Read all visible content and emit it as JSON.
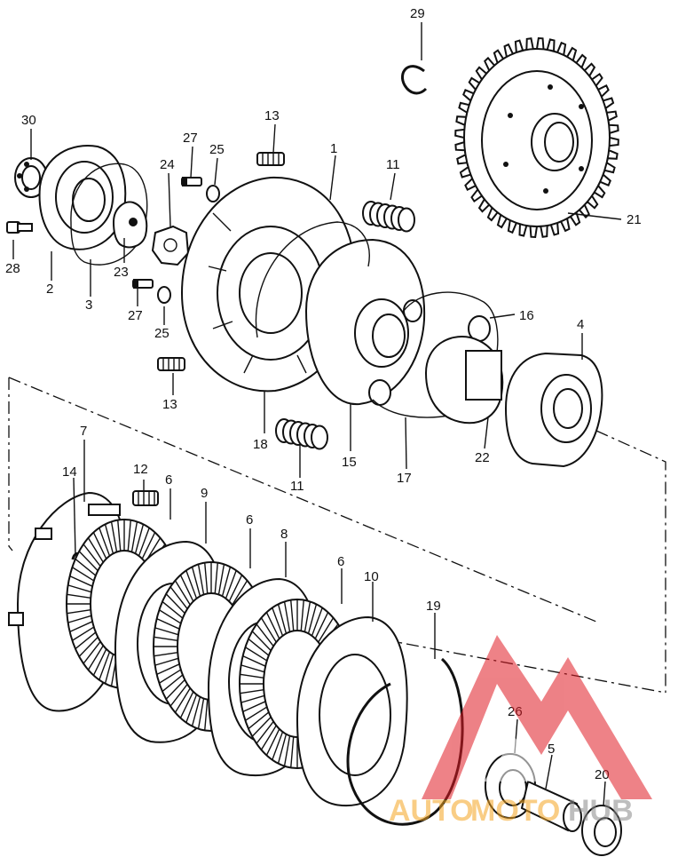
{
  "callouts": {
    "c1": "1",
    "c2": "2",
    "c3": "3",
    "c4": "4",
    "c5": "5",
    "c6a": "6",
    "c6b": "6",
    "c6c": "6",
    "c7": "7",
    "c8": "8",
    "c9": "9",
    "c10": "10",
    "c11a": "11",
    "c11b": "11",
    "c12": "12",
    "c13a": "13",
    "c13b": "13",
    "c14": "14",
    "c15": "15",
    "c16": "16",
    "c17": "17",
    "c18": "18",
    "c19": "19",
    "c20": "20",
    "c21": "21",
    "c22": "22",
    "c23": "23",
    "c24": "24",
    "c25a": "25",
    "c25b": "25",
    "c26": "26",
    "c27a": "27",
    "c27b": "27",
    "c28": "28",
    "c29": "29",
    "c30": "30"
  },
  "watermark": {
    "word_a": "AUTO",
    "word_b": "MOTO",
    "word_c": "HUB",
    "color_primary": "#e01b24",
    "color_secondary": "#f5a623",
    "color_tertiary": "#8a8a8a"
  }
}
